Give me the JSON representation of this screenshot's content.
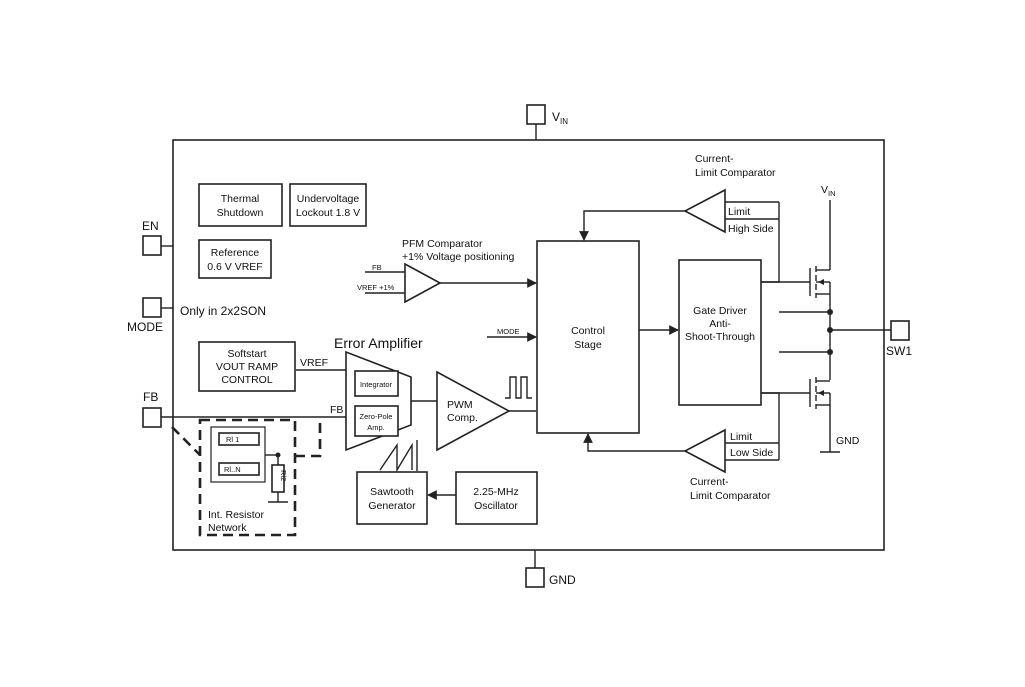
{
  "pins": {
    "vin": "V",
    "vin_sub": "IN",
    "en": "EN",
    "mode": "MODE",
    "mode_note": "Only in 2x2SON",
    "fb": "FB",
    "sw1": "SW1",
    "gnd": "GND"
  },
  "blocks": {
    "thermal": [
      "Thermal",
      "Shutdown"
    ],
    "undervoltage": [
      "Undervoltage",
      "Lockout 1.8 V"
    ],
    "reference": [
      "Reference",
      "0.6 V VREF"
    ],
    "softstart": [
      "Softstart",
      "VOUT RAMP",
      "CONTROL"
    ],
    "control": [
      "Control",
      "Stage"
    ],
    "gate_driver": [
      "Gate Driver",
      "Anti-",
      "Shoot-Through"
    ],
    "sawtooth": [
      "Sawtooth",
      "Generator"
    ],
    "oscillator": [
      "2.25-MHz",
      "Oscillator"
    ],
    "pwm": [
      "PWM",
      "Comp."
    ],
    "integrator": "Integrator",
    "zero_pole": [
      "Zero-Pole",
      "Amp."
    ],
    "resistor_network": [
      "Int. Resistor",
      "Network"
    ],
    "r1": "Rl 1",
    "rn": "Rl..N",
    "r2": "Rl2"
  },
  "labels": {
    "error_amp": "Error Amplifier",
    "pfm_title": [
      "PFM Comparator",
      "+1% Voltage positioning"
    ],
    "pfm_fb": "FB",
    "pfm_vref": "VREF +1%",
    "mode_in": "MODE",
    "vref": "VREF",
    "fb_line": "FB",
    "cl_top": [
      "Current-",
      "Limit Comparator"
    ],
    "cl_bottom": [
      "Current-",
      "Limit Comparator"
    ],
    "limit_high": [
      "Limit",
      "High Side"
    ],
    "limit_low": [
      "Limit",
      "Low Side"
    ],
    "vin_right": "V",
    "vin_right_sub": "IN",
    "gnd_right": "GND"
  }
}
